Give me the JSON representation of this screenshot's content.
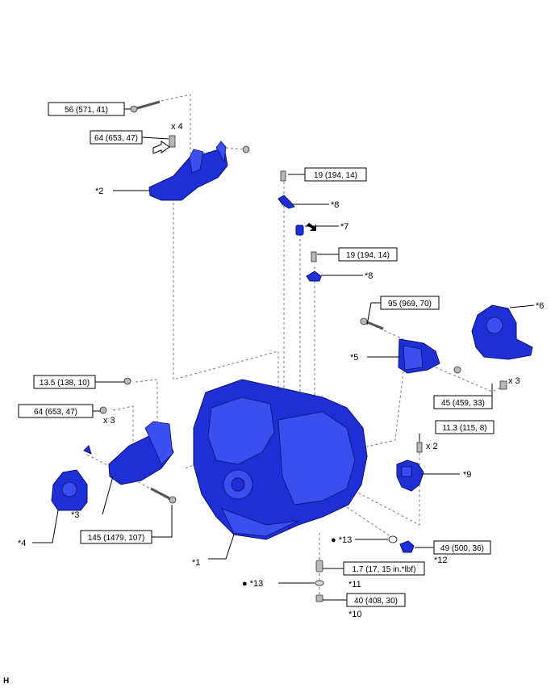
{
  "torque_specs": [
    {
      "id": "t1",
      "text": "56 (571, 41)"
    },
    {
      "id": "t2",
      "text": "64 (653, 47)"
    },
    {
      "id": "t3",
      "text": "19 (194, 14)"
    },
    {
      "id": "t4",
      "text": "19 (194, 14)"
    },
    {
      "id": "t5",
      "text": "95 (969, 70)"
    },
    {
      "id": "t6",
      "text": "13.5 (138, 10)"
    },
    {
      "id": "t7",
      "text": "64 (653, 47)"
    },
    {
      "id": "t8",
      "text": "45 (459, 33)"
    },
    {
      "id": "t9",
      "text": "11.3 (115, 8)"
    },
    {
      "id": "t10",
      "text": "145 (1479, 107)"
    },
    {
      "id": "t11",
      "text": "49 (500, 36)"
    },
    {
      "id": "t12",
      "text": "1.7 (17, 15 in.*lbf)"
    },
    {
      "id": "t13",
      "text": "40 (408, 30)"
    }
  ],
  "part_labels": {
    "p1": "*1",
    "p2": "*2",
    "p3": "*3",
    "p4": "*4",
    "p5": "*5",
    "p6": "*6",
    "p7": "*7",
    "p8a": "*8",
    "p8b": "*8",
    "p9": "*9",
    "p10": "*10",
    "p11": "*11",
    "p12": "*12",
    "p13a": "● *13",
    "p13b": "● *13"
  },
  "quantities": {
    "q1": "x 4",
    "q2": "x 3",
    "q3": "x 3",
    "q4": "x 2"
  },
  "corner_code": "H",
  "colors": {
    "part": "#1e2fd6",
    "part_outline": "#0a1370",
    "bolt": "#b8b8b8"
  }
}
